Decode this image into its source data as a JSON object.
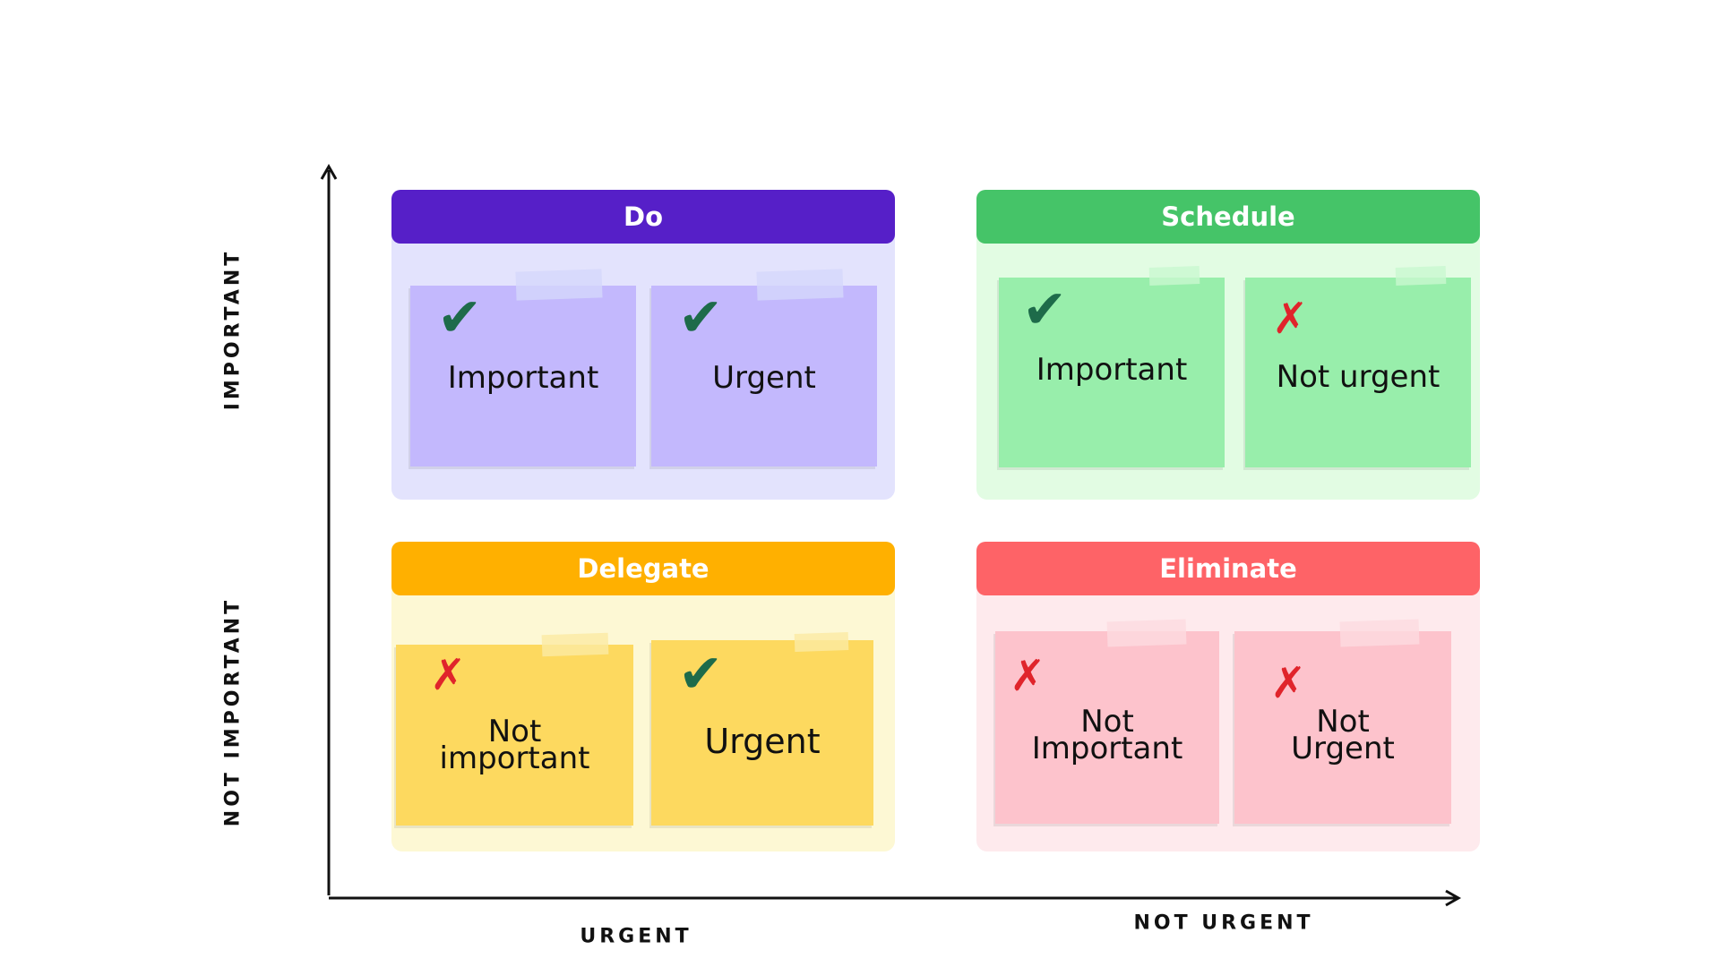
{
  "axes": {
    "y_top": "IMPORTANT",
    "y_bottom": "NOT IMPORTANT",
    "x_left": "URGENT",
    "x_right": "NOT URGENT"
  },
  "quadrants": [
    {
      "title": "Do",
      "header_color": "#561fc8",
      "bg_color": "#e3e3fd",
      "note_color": "#c3b8fd",
      "tape_color": "#d5d7fb",
      "notes": [
        {
          "mark": "check-icon",
          "lines": [
            "Important"
          ]
        },
        {
          "mark": "check-icon",
          "lines": [
            "Urgent"
          ]
        }
      ]
    },
    {
      "title": "Schedule",
      "header_color": "#45c468",
      "bg_color": "#e2fce3",
      "note_color": "#98eeab",
      "tape_color": "#c9f7cf",
      "notes": [
        {
          "mark": "check-icon",
          "lines": [
            "Important"
          ]
        },
        {
          "mark": "cross-icon",
          "lines": [
            "Not urgent"
          ]
        }
      ]
    },
    {
      "title": "Delegate",
      "header_color": "#ffb000",
      "bg_color": "#fdf8d4",
      "note_color": "#fdd95f",
      "tape_color": "#fbeaa2",
      "notes": [
        {
          "mark": "cross-icon",
          "lines": [
            "Not",
            "important"
          ]
        },
        {
          "mark": "check-icon",
          "lines": [
            "Urgent"
          ]
        }
      ]
    },
    {
      "title": "Eliminate",
      "header_color": "#fe6367",
      "bg_color": "#feeaed",
      "note_color": "#fdc3cc",
      "tape_color": "#fddbe0",
      "notes": [
        {
          "mark": "cross-icon",
          "lines": [
            "Not",
            "Important"
          ]
        },
        {
          "mark": "cross-icon",
          "lines": [
            "Not",
            "Urgent"
          ]
        }
      ]
    }
  ]
}
